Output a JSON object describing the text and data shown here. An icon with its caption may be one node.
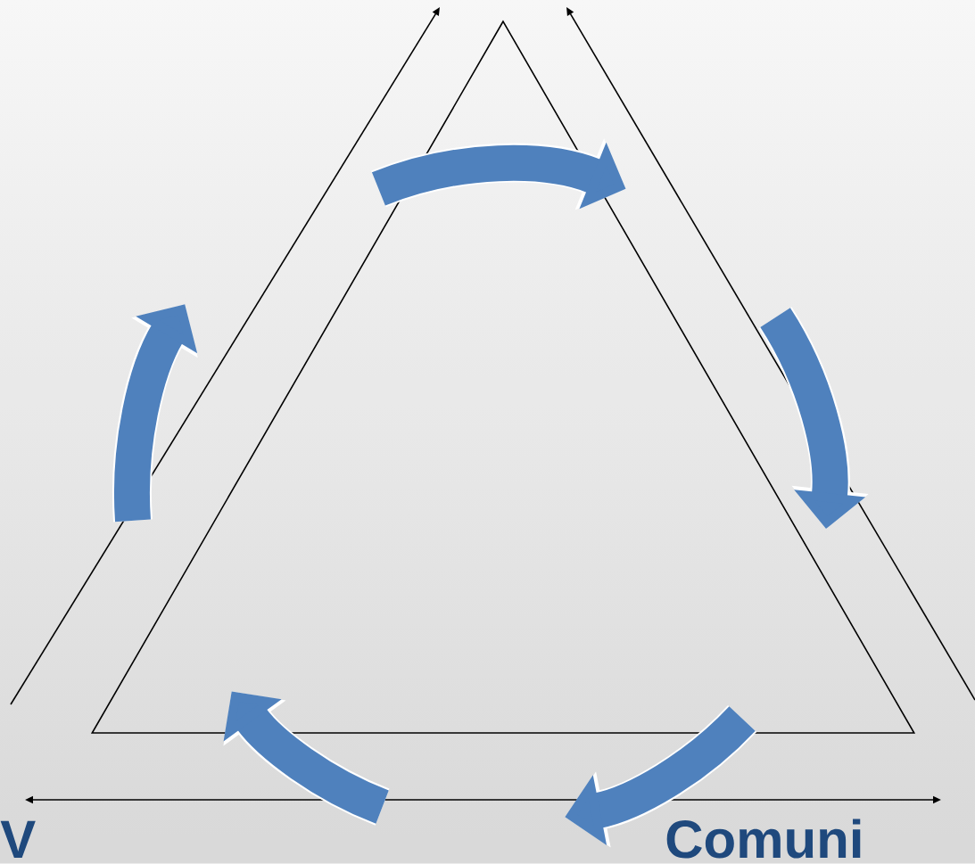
{
  "diagram": {
    "nodes": [
      {
        "text": [],
        "shape": "triangle"
      }
    ],
    "labels": [
      "V",
      "Comuni"
    ]
  }
}
